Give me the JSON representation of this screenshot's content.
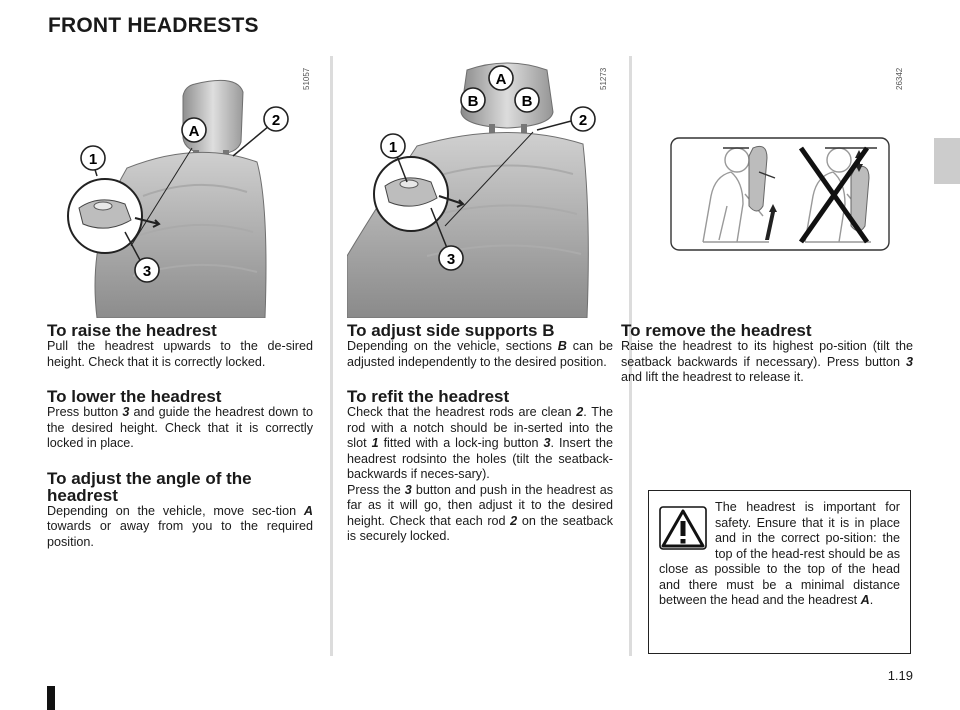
{
  "page_title": "FRONT HEADRESTS",
  "figures": {
    "fig1": {
      "code": "51057",
      "labels": {
        "a": "A",
        "one": "1",
        "two": "2",
        "three": "3"
      }
    },
    "fig2": {
      "code": "51273",
      "labels": {
        "a": "A",
        "b": "B",
        "one": "1",
        "two": "2",
        "three": "3"
      }
    },
    "fig3": {
      "code": "26342"
    }
  },
  "sections": {
    "raise": {
      "heading": "To raise the headrest",
      "body": "Pull the headrest upwards to the de-sired height. Check that it is correctly locked."
    },
    "lower": {
      "heading": "To lower the headrest",
      "body_a": "Press button ",
      "ref1": "3",
      "body_b": " and guide the headrest down to the desired height. Check that it is correctly locked in place."
    },
    "angle": {
      "heading": "To adjust the angle of the headrest",
      "body_a": "Depending on the vehicle, move sec-tion ",
      "ref1": "A",
      "body_b": " towards or away from you to the required position."
    },
    "side": {
      "heading": "To adjust side supports B",
      "body_a": "Depending on the vehicle, sections ",
      "ref1": "B",
      "body_b": " can be adjusted independently to the desired position."
    },
    "refit": {
      "heading": "To refit the headrest",
      "t1": "Check that the headrest rods are clean ",
      "r1": "2",
      "t2": ". The rod with a notch should be in-serted into the slot ",
      "r2": "1",
      "t3": " fitted with a lock-ing button ",
      "r3": "3",
      "t4": ". Insert the headrest rodsinto the holes (tilt the seatback-backwards if neces-sary).",
      "t5": "Press the ",
      "r4": "3",
      "t6": " button and push in the headrest as far as it will go, then adjust it to the desired height. Check that each rod ",
      "r5": "2",
      "t7": " on the seatback is securely locked."
    },
    "remove": {
      "heading": "To remove the headrest",
      "body_a": "Raise the headrest to its highest po-sition (tilt the seatback backwards if necessary). Press button ",
      "ref1": "3",
      "body_b": " and lift the headrest to release it."
    }
  },
  "warning": {
    "icon": "warning-triangle-icon",
    "text_a": "The headrest is important for safety. Ensure that it is in place and in the correct po-sition: the top of the head-rest should be as close as possible to the top of the head and there must be a minimal distance between the head and the headrest ",
    "ref1": "A",
    "text_b": "."
  },
  "page_number": "1.19"
}
